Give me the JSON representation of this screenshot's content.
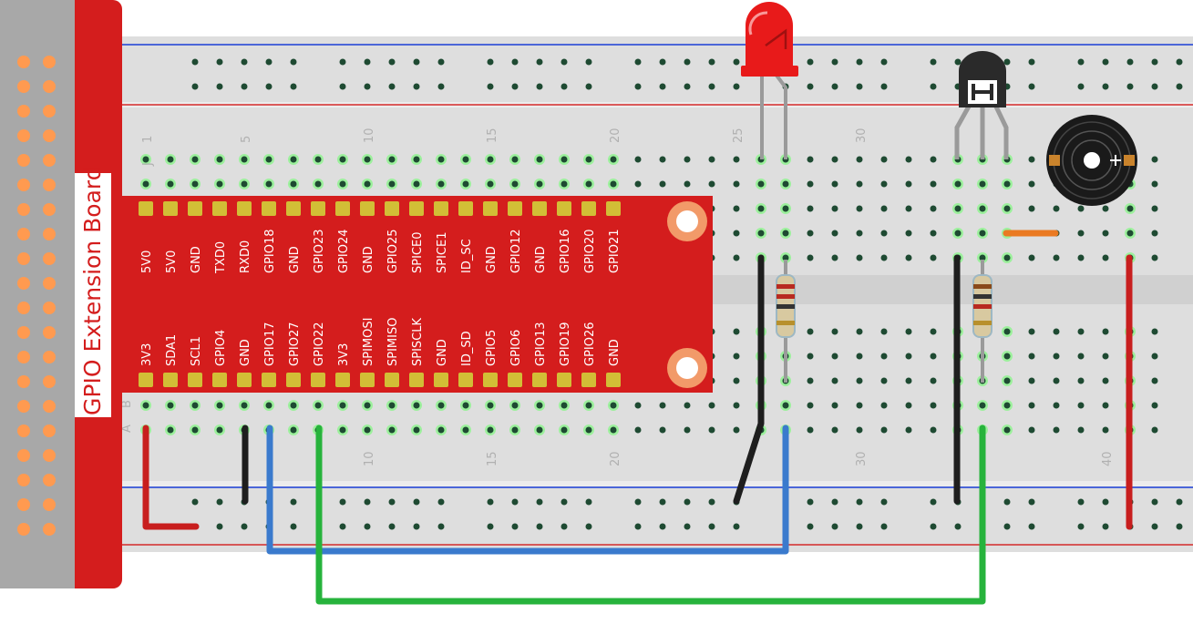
{
  "extension_board": {
    "title": "GPIO Extension Board",
    "top_row_pins": [
      "5V0",
      "5V0",
      "GND",
      "TXD0",
      "RXD0",
      "GPIO18",
      "GND",
      "GPIO23",
      "GPIO24",
      "GND",
      "GPIO25",
      "SPICE0",
      "SPICE1",
      "ID_SC",
      "GND",
      "GPIO12",
      "GND",
      "GPIO16",
      "GPIO20",
      "GPIO21"
    ],
    "bottom_row_pins": [
      "3V3",
      "SDA1",
      "SCL1",
      "GPIO4",
      "GND",
      "GPIO17",
      "GPIO27",
      "GPIO22",
      "3V3",
      "SPIMOSI",
      "SPIMISO",
      "SPISCLK",
      "GND",
      "ID_SD",
      "GPIO5",
      "GPIO6",
      "GPIO13",
      "GPIO19",
      "GPIO26",
      "GND"
    ],
    "colors": {
      "board": "#d41d1d",
      "header": "#a8a8a8",
      "header_pin": "#ff9a50",
      "pad": "#d2be36",
      "hole": "#f29a69"
    }
  },
  "breadboard": {
    "column_numbers_top": [
      "1",
      "5",
      "10",
      "15",
      "20",
      "25",
      "30"
    ],
    "column_numbers_bottom": [
      "10",
      "15",
      "20",
      "30",
      "40"
    ],
    "row_letters_top": [
      "J"
    ],
    "row_letters_bottom": [
      "B",
      "A"
    ],
    "colors": {
      "body": "#dedede",
      "rail_blue": "#1a3fd6",
      "rail_red": "#d42a2a",
      "hole": "#1e4a32",
      "hole_active": "#9cf09c"
    }
  },
  "components": {
    "led": {
      "color": "#e81a1a"
    },
    "transistor": {
      "color": "#2a2a2a"
    },
    "buzzer": {
      "color": "#1a1a1a"
    },
    "resistor": {
      "color": "#d8c9a0"
    }
  },
  "wires": {
    "colors": {
      "red": "#c81e1e",
      "black": "#1e1e1e",
      "blue": "#3a7acd",
      "green": "#27b33c",
      "orange": "#ea7a22"
    }
  }
}
